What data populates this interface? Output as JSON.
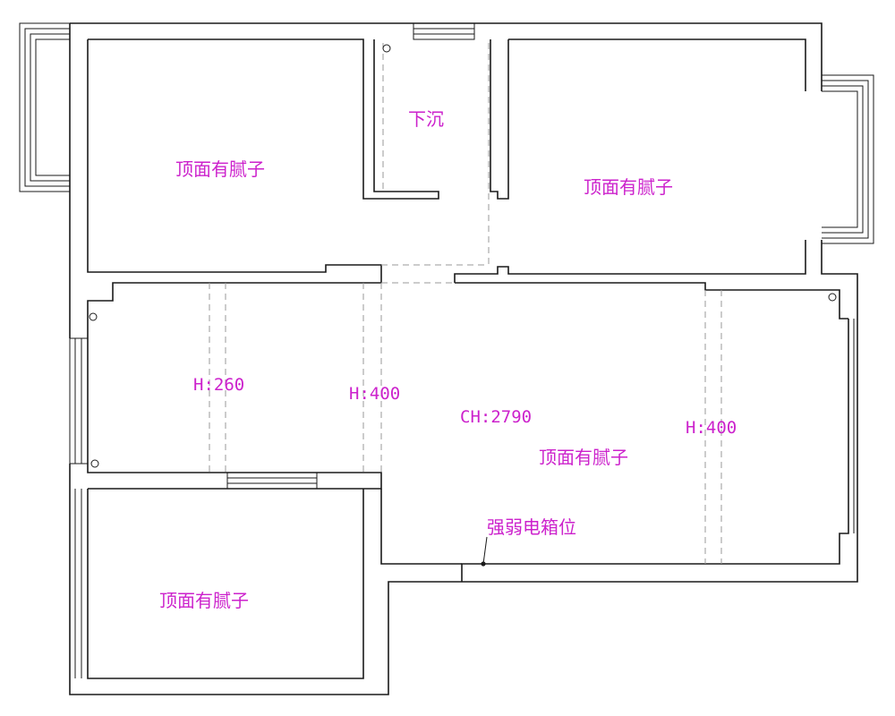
{
  "colors": {
    "label": "#cc22cc",
    "wall": "#1a1a1a",
    "dashed": "#9a9a9a"
  },
  "labels": {
    "room_top_left": "顶面有腻子",
    "sunken_area": "下沉",
    "room_top_right": "顶面有腻子",
    "room_living": "顶面有腻子",
    "room_bottom_left": "顶面有腻子",
    "electrical_box": "强弱电箱位"
  },
  "dimensions": {
    "h_left": "H:260",
    "h_middle": "H:400",
    "h_right": "H:400",
    "ceiling_height": "CH:2790"
  }
}
